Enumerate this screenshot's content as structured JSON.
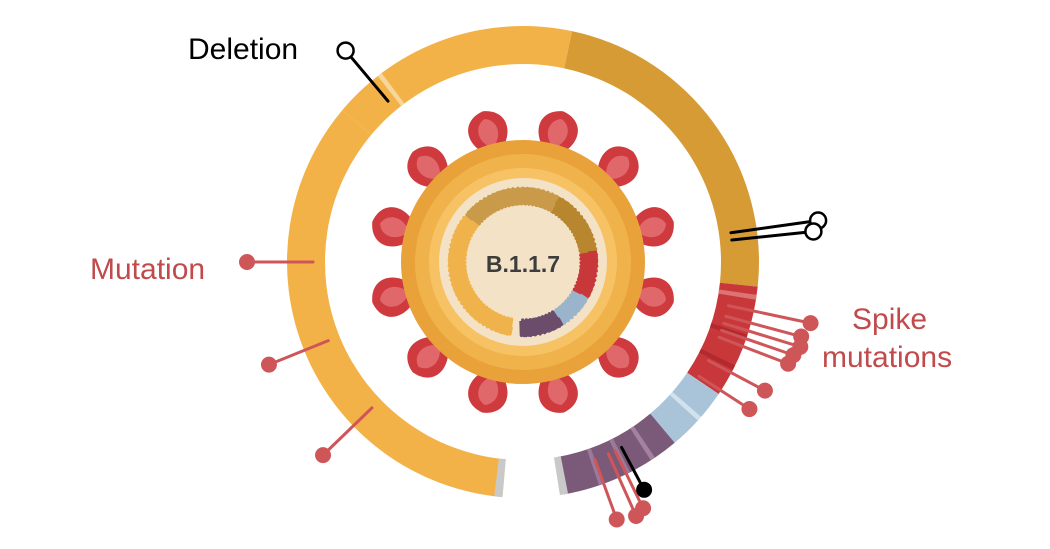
{
  "labels": {
    "deletion": "Deletion",
    "mutation": "Mutation",
    "spike_line1": "Spike",
    "spike_line2": "mutations",
    "variant": "B.1.1.7"
  },
  "colors": {
    "genome_orange": "#f3b247",
    "genome_dark_orange": "#d79b36",
    "spike_red": "#c8383b",
    "light_blue": "#a9c4d8",
    "purple": "#7a5a78",
    "mutation_marker": "#cf5658",
    "deletion_marker": "#000000",
    "label_red": "#c04a4c",
    "virus_membrane": "#e9a23a",
    "virus_inner": "#f4e2c6",
    "spike_protein": "#cf3a3e"
  }
}
